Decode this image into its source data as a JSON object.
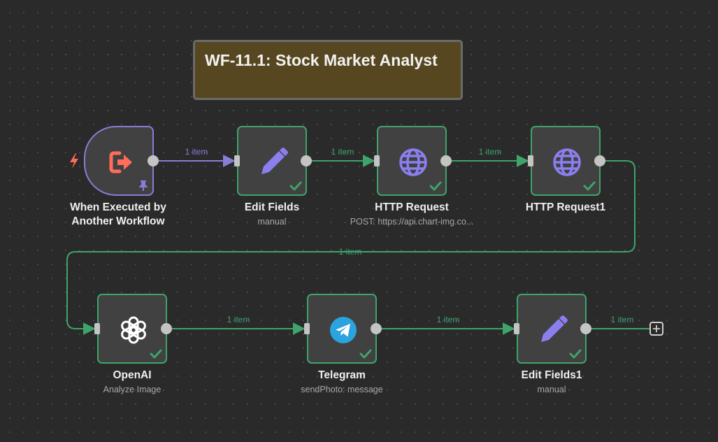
{
  "canvas": {
    "sticky_note": {
      "title": "WF-11.1: Stock Market Analyst"
    }
  },
  "nodes": [
    {
      "name": "When Executed by Another Workflow",
      "subtitle": "",
      "icon": "exit-arrow-icon",
      "status": "pinned-trigger"
    },
    {
      "name": "Edit Fields",
      "subtitle": "manual",
      "icon": "pencil-icon",
      "status": "success"
    },
    {
      "name": "HTTP Request",
      "subtitle": "POST: https://api.chart-img.co...",
      "icon": "globe-icon",
      "status": "success"
    },
    {
      "name": "HTTP Request1",
      "subtitle": "",
      "icon": "globe-icon",
      "status": "success"
    },
    {
      "name": "OpenAI",
      "subtitle": "Analyze Image",
      "icon": "openai-icon",
      "status": "success"
    },
    {
      "name": "Telegram",
      "subtitle": "sendPhoto: message",
      "icon": "telegram-icon",
      "status": "success"
    },
    {
      "name": "Edit Fields1",
      "subtitle": "manual",
      "icon": "pencil-icon",
      "status": "success"
    }
  ],
  "connections": [
    {
      "from": "When Executed by Another Workflow",
      "to": "Edit Fields",
      "label": "1 item"
    },
    {
      "from": "Edit Fields",
      "to": "HTTP Request",
      "label": "1 item"
    },
    {
      "from": "HTTP Request",
      "to": "HTTP Request1",
      "label": "1 item"
    },
    {
      "from": "HTTP Request1",
      "to": "OpenAI",
      "label": "1 item"
    },
    {
      "from": "OpenAI",
      "to": "Telegram",
      "label": "1 item"
    },
    {
      "from": "Telegram",
      "to": "Edit Fields1",
      "label": "1 item"
    },
    {
      "from": "Edit Fields1",
      "to": "",
      "label": "1 item"
    }
  ],
  "colors": {
    "canvas_bg": "#2a2a2a",
    "success": "#3ea46a",
    "trigger": "#8a7dd8",
    "trigger_icon": "#ff6d5a",
    "sticky_bg": "#574720",
    "node_bg": "#414141"
  }
}
